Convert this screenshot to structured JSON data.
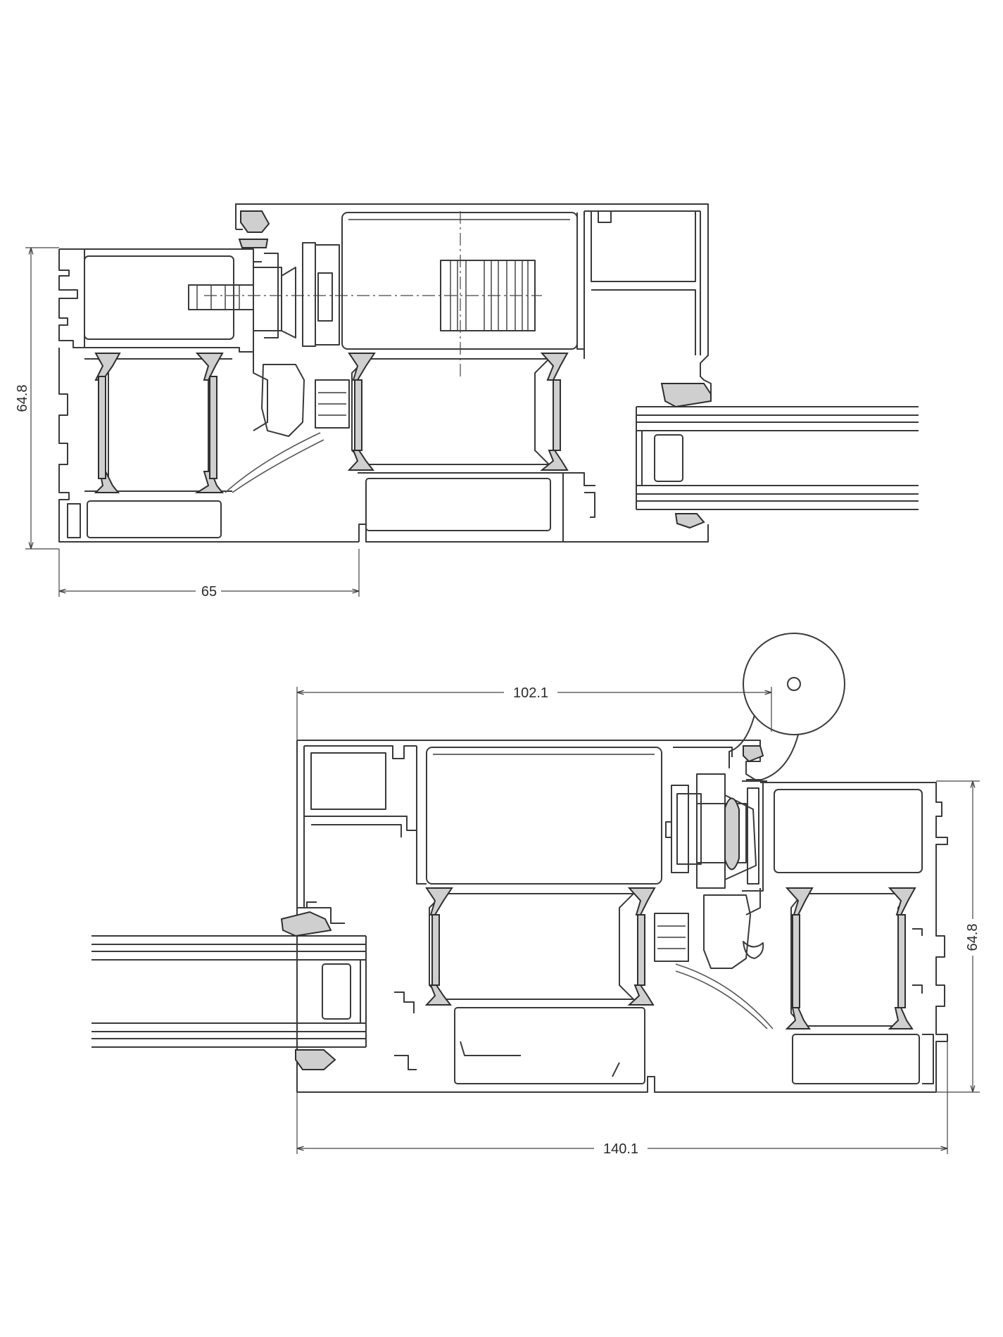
{
  "colors": {
    "line": "#3a3a3a",
    "gasket": "#cfcfcf",
    "background": "#ffffff"
  },
  "top_section": {
    "dims": {
      "width": "65",
      "height": "64.8"
    }
  },
  "bottom_section": {
    "dims": {
      "total_width": "140.1",
      "hinge_offset": "102.1",
      "height": "64.8"
    }
  }
}
